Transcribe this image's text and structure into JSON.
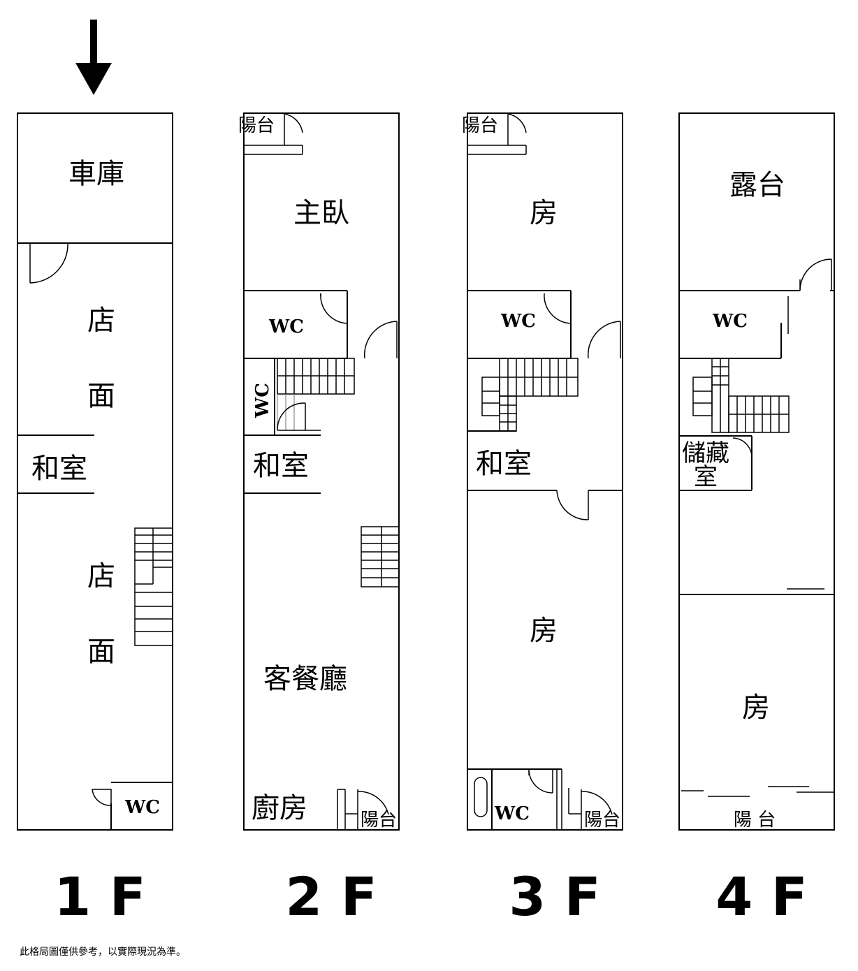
{
  "floors": [
    {
      "label": "1 F",
      "rooms": {
        "garage": "車庫",
        "shop_a1": "店",
        "shop_a2": "面",
        "tatami": "和室",
        "shop_b1": "店",
        "shop_b2": "面",
        "wc": "WC"
      }
    },
    {
      "label": "2 F",
      "rooms": {
        "balcony_front": "陽台",
        "master": "主臥",
        "wc_main": "WC",
        "wc_small": "WC",
        "tatami": "和室",
        "living": "客餐廳",
        "kitchen": "廚房",
        "balcony_back": "陽台"
      }
    },
    {
      "label": "3 F",
      "rooms": {
        "balcony_front": "陽台",
        "room_front": "房",
        "wc_main": "WC",
        "tatami": "和室",
        "room_back": "房",
        "wc_back": "WC",
        "balcony_back": "陽台"
      }
    },
    {
      "label": "4 F",
      "rooms": {
        "terrace": "露台",
        "wc": "WC",
        "storage_1": "儲藏",
        "storage_2": "室",
        "room": "房",
        "balcony": "陽 台"
      }
    }
  ],
  "disclaimer": "此格局圖僅供參考，以實際現況為準。"
}
